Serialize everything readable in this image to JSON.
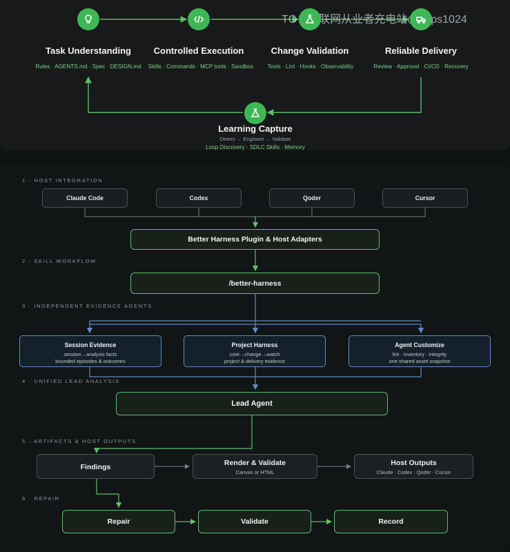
{
  "watermark": "TG：互联网从业者充电站@https1024",
  "loop": {
    "stages": [
      {
        "icon": "lightbulb-icon",
        "title": "Task Understanding",
        "sub": "Rules · AGENTS.md · Spec · DESIGN.md"
      },
      {
        "icon": "code-icon",
        "title": "Controlled Execution",
        "sub": "Skills · Commands · MCP tools · Sandbox"
      },
      {
        "icon": "flask-icon",
        "title": "Change Validation",
        "sub": "Tests · Lint · Hooks · Observability"
      },
      {
        "icon": "truck-icon",
        "title": "Reliable Delivery",
        "sub": "Review · Approval · CI/CD · Recovery"
      }
    ],
    "learning": {
      "icon": "flask-icon",
      "title": "Learning Capture",
      "flow": "Detect → Engineer → Validate",
      "sub": "Loop Discovery · SDLC Skills · Memory"
    }
  },
  "sections": {
    "host_integration": "1 · HOST INTEGRATION",
    "skill_workflow": "2 · SKILL WORKFLOW",
    "evidence_agents": "3 · INDEPENDENT EVIDENCE AGENTS",
    "lead_analysis": "4 · UNIFIED LEAD ANALYSIS",
    "artifacts": "5 · ARTIFACTS & HOST OUTPUTS",
    "repair": "6 · REPAIR"
  },
  "hosts": [
    "Claude Code",
    "Codex",
    "Qoder",
    "Cursor"
  ],
  "plugin": "Better Harness Plugin & Host Adapters",
  "command": "/better-harness",
  "agents": [
    {
      "title": "Session Evidence",
      "line1": "session→analysis facts",
      "line2": "bounded episodes & outcomes"
    },
    {
      "title": "Project Harness",
      "line1": "core→change→watch",
      "line2": "project & delivery evidence"
    },
    {
      "title": "Agent Customize",
      "line1": "lint · inventory · integrity",
      "line2": "one shared asset snapshot"
    }
  ],
  "lead_agent": "Lead Agent",
  "artifacts": {
    "findings": "Findings",
    "render": {
      "title": "Render & Validate",
      "sub": "Canvas or HTML"
    },
    "host_outputs": {
      "title": "Host Outputs",
      "sub": "Claude · Codex · Qoder · Cursor"
    }
  },
  "repair_steps": [
    "Repair",
    "Validate",
    "Record"
  ],
  "colors": {
    "accent_green": "#3fb757",
    "agent_blue": "#5d8ec2",
    "background": "#0f1213"
  }
}
